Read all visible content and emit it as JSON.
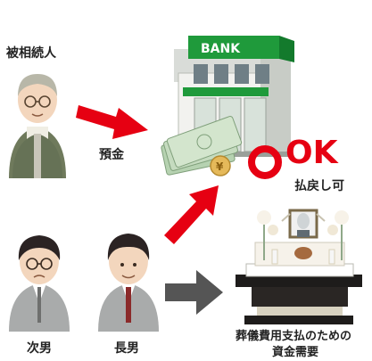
{
  "labels": {
    "heir_label": "被相続人",
    "deposit_label": "預金",
    "second_son_label": "次男",
    "eldest_son_label": "長男",
    "ok_text": "OK",
    "refund_label": "払戻し可",
    "funeral_line1": "葬儀費用支払のための",
    "funeral_line2": "資金需要"
  },
  "bank_sign": "BANK",
  "colors": {
    "bank_green": "#1f9a3b",
    "arrow_red": "#e60012",
    "arrow_gray": "#555555",
    "ok_red": "#e60012"
  },
  "icons": {
    "money": "money-icon",
    "yen_coin": "yen-coin-icon",
    "bank": "bank-building-icon",
    "altar": "funeral-altar-icon"
  }
}
